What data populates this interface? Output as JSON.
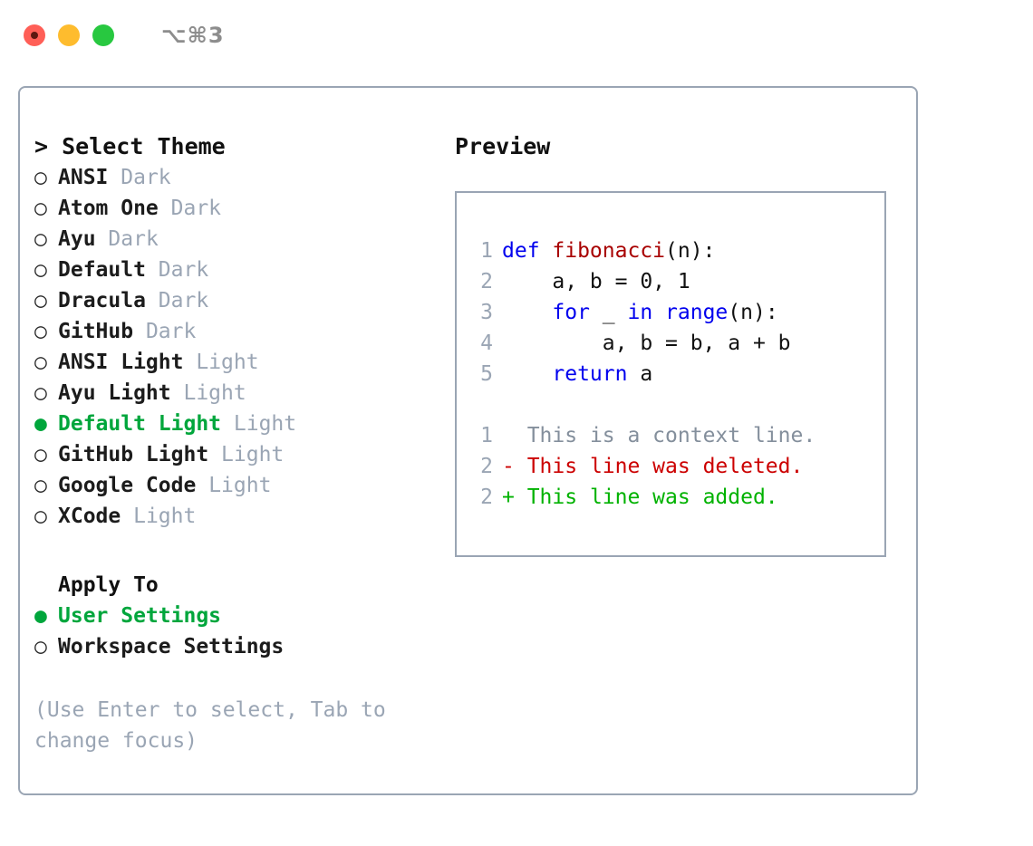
{
  "titlebar": {
    "shortcut": "⌥⌘3",
    "lights": [
      "close-red",
      "minimize-yellow",
      "maximize-green"
    ]
  },
  "theme_list": {
    "header": "> Select Theme",
    "selected_marker": "●",
    "unselected_marker": "○",
    "items": [
      {
        "marker": "○",
        "name": "ANSI",
        "tag": "Dark",
        "selected": false
      },
      {
        "marker": "○",
        "name": "Atom One",
        "tag": "Dark",
        "selected": false
      },
      {
        "marker": "○",
        "name": "Ayu",
        "tag": "Dark",
        "selected": false
      },
      {
        "marker": "○",
        "name": "Default",
        "tag": "Dark",
        "selected": false
      },
      {
        "marker": "○",
        "name": "Dracula",
        "tag": "Dark",
        "selected": false
      },
      {
        "marker": "○",
        "name": "GitHub",
        "tag": "Dark",
        "selected": false
      },
      {
        "marker": "○",
        "name": "ANSI Light",
        "tag": "Light",
        "selected": false
      },
      {
        "marker": "○",
        "name": "Ayu Light",
        "tag": "Light",
        "selected": false
      },
      {
        "marker": "●",
        "name": "Default Light",
        "tag": "Light",
        "selected": true
      },
      {
        "marker": "○",
        "name": "GitHub Light",
        "tag": "Light",
        "selected": false
      },
      {
        "marker": "○",
        "name": "Google Code",
        "tag": "Light",
        "selected": false
      },
      {
        "marker": "○",
        "name": "XCode",
        "tag": "Light",
        "selected": false
      }
    ]
  },
  "apply_to": {
    "title": "Apply To",
    "options": [
      {
        "marker": "●",
        "label": "User Settings",
        "selected": true
      },
      {
        "marker": "○",
        "label": "Workspace Settings",
        "selected": false
      }
    ]
  },
  "hint": "(Use Enter to select, Tab to change focus)",
  "preview": {
    "title": "Preview",
    "code_lines": [
      {
        "num": "1",
        "indent": "",
        "keyword": "def ",
        "func": "fibonacci",
        "rest": "(n):"
      },
      {
        "num": "2",
        "indent": "    ",
        "keyword": "",
        "func": "",
        "rest": "a, b = 0, 1"
      },
      {
        "num": "3",
        "indent": "    ",
        "keyword": "for ",
        "func": "",
        "rest": "_ ",
        "keyword2": "in ",
        "func2": "range",
        "rest2": "(n):"
      },
      {
        "num": "4",
        "indent": "        ",
        "keyword": "",
        "func": "",
        "rest": "a, b = b, a + b"
      },
      {
        "num": "5",
        "indent": "    ",
        "keyword": "return ",
        "func": "",
        "rest": "a"
      }
    ],
    "diff_lines": [
      {
        "num": "1",
        "sign": " ",
        "text": " This is a context line.",
        "kind": "context"
      },
      {
        "num": "2",
        "sign": "-",
        "text": " This line was deleted.",
        "kind": "deleted"
      },
      {
        "num": "2",
        "sign": "+",
        "text": " This line was added.",
        "kind": "added"
      }
    ]
  },
  "colors": {
    "accent_green": "#00a63c",
    "muted_grey": "#9aa5b4",
    "border": "#9aa5b4",
    "keyword_blue": "#0000ee",
    "function_red": "#a80000",
    "diff_deleted": "#cc0000",
    "diff_added": "#00b200",
    "light_red": "#ff5f57",
    "light_yellow": "#febc2e",
    "light_green": "#28c840"
  }
}
